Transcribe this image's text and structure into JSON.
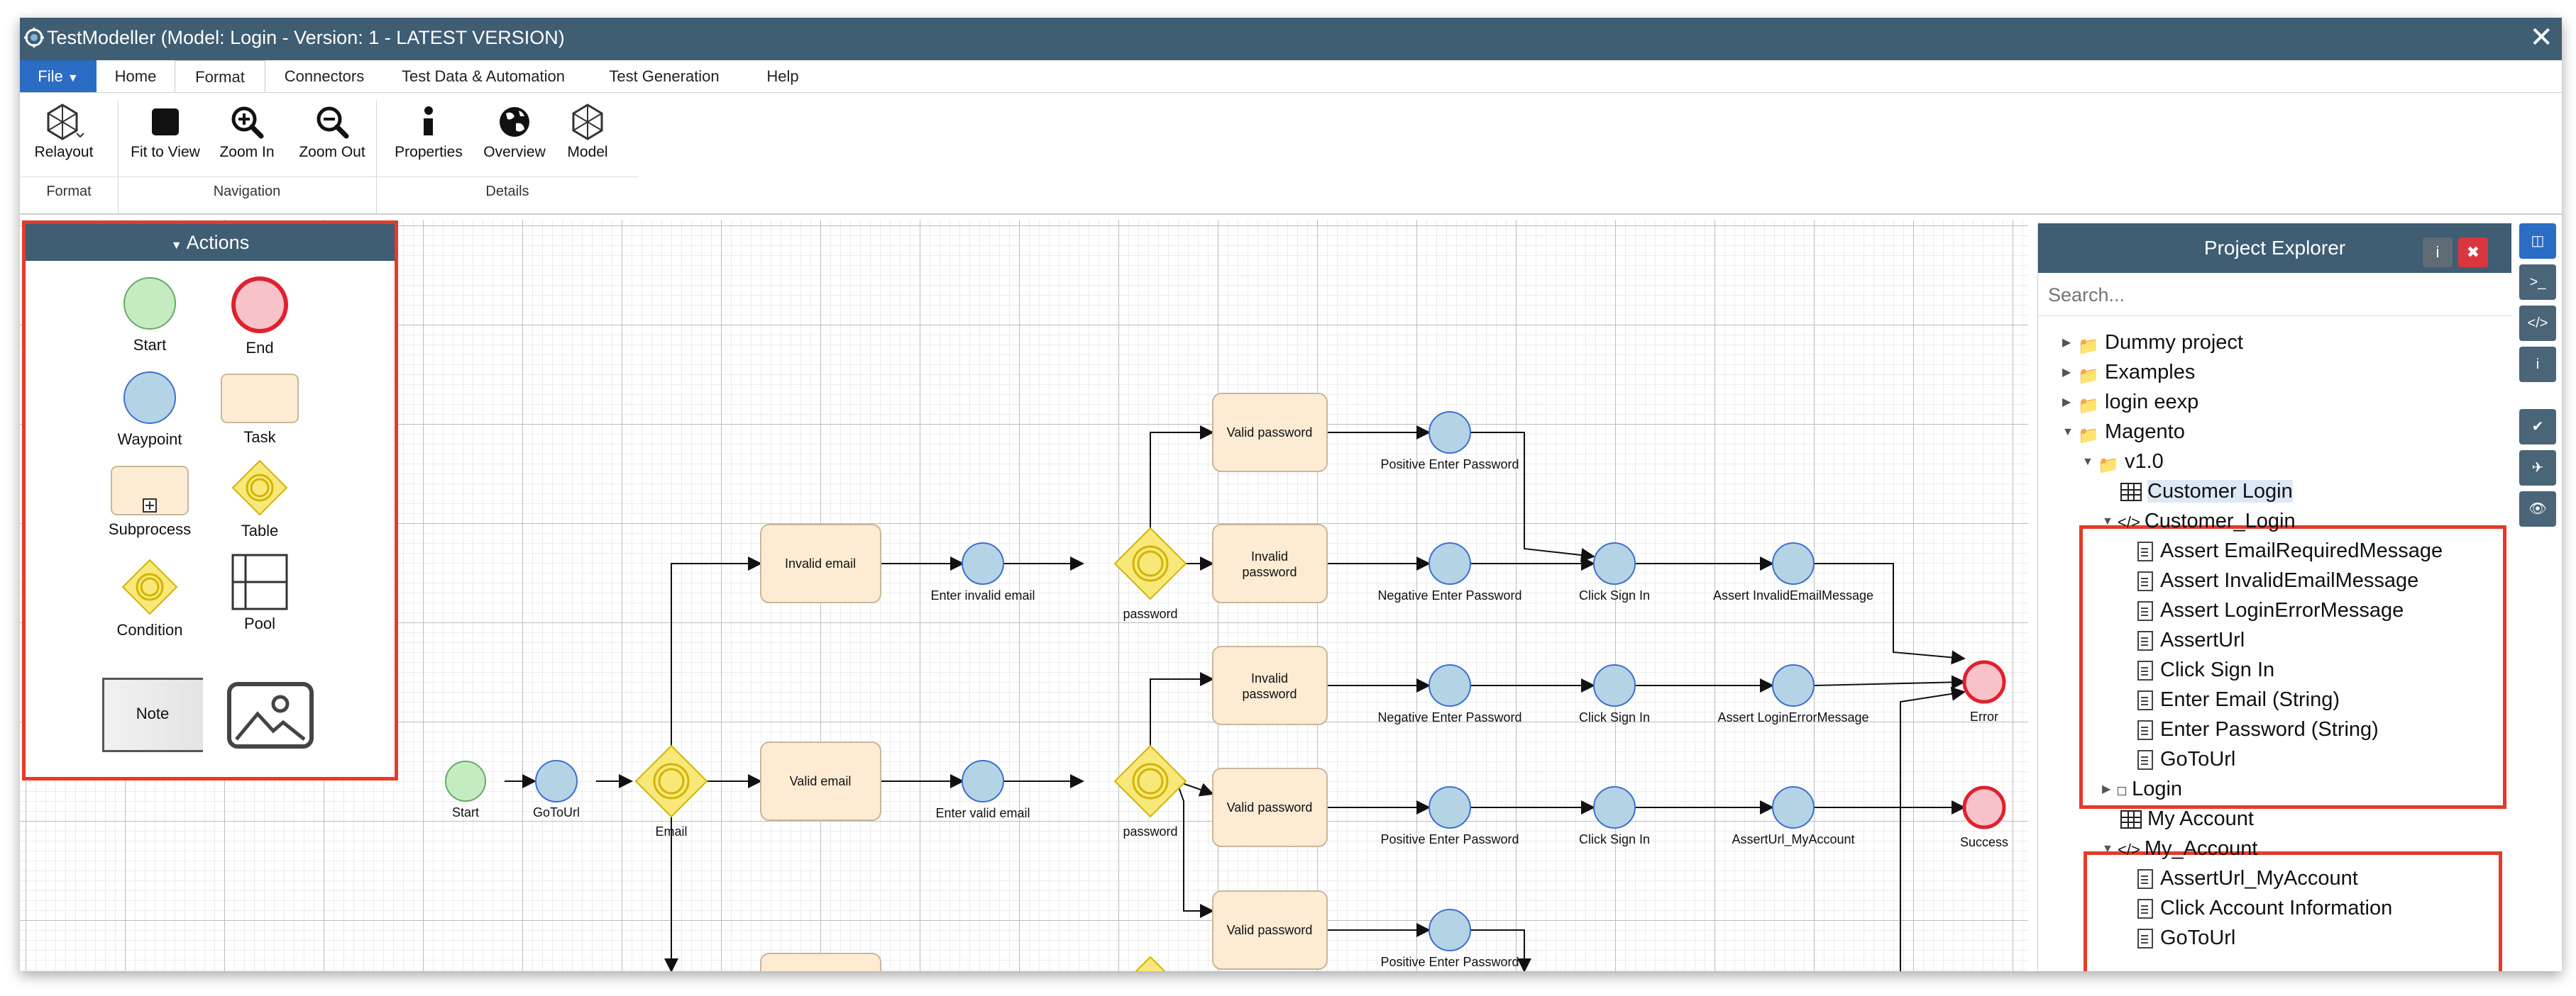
{
  "window": {
    "title": "TestModeller (Model: Login - Version: 1 - LATEST VERSION)",
    "close_glyph": "✕"
  },
  "menu": {
    "file": "File",
    "tabs": [
      "Home",
      "Format",
      "Connectors",
      "Test Data & Automation",
      "Test Generation",
      "Help"
    ],
    "active_tab": "Format"
  },
  "ribbon": {
    "buttons": {
      "relayout": "Relayout",
      "fit": "Fit to View",
      "zoom_in": "Zoom In",
      "zoom_out": "Zoom Out",
      "properties": "Properties",
      "overview": "Overview",
      "model": "Model"
    },
    "groups": {
      "format": "Format",
      "navigation": "Navigation",
      "details": "Details"
    }
  },
  "actions": {
    "title": "Actions",
    "items": {
      "start": "Start",
      "end": "End",
      "waypoint": "Waypoint",
      "task": "Task",
      "subprocess": "Subprocess",
      "table": "Table",
      "condition": "Condition",
      "pool": "Pool",
      "note": "Note"
    }
  },
  "diagram": {
    "tasks": [
      "Invalid email",
      "Valid email",
      "Valid password",
      "Invalid password",
      "Invalid password",
      "Valid password",
      "Valid password"
    ],
    "node_labels": {
      "start": "Start",
      "gotourl": "GoToUrl",
      "email": "Email",
      "enter_invalid_email": "Enter invalid email",
      "enter_valid_email": "Enter valid email",
      "password1": "password",
      "password2": "password",
      "pos_enter_pw_1": "Positive Enter Password",
      "neg_enter_pw_1": "Negative Enter Password",
      "neg_enter_pw_2": "Negative Enter Password",
      "pos_enter_pw_2": "Positive Enter Password",
      "pos_enter_pw_3": "Positive Enter Password",
      "click_sign_in_1": "Click Sign In",
      "click_sign_in_2": "Click Sign In",
      "click_sign_in_3": "Click Sign In",
      "assert_invalid": "Assert InvalidEmailMessage",
      "assert_login_error": "Assert LoginErrorMessage",
      "asserturl_my": "AssertUrl_MyAccount",
      "error": "Error",
      "success": "Success"
    }
  },
  "explorer": {
    "title": "Project Explorer",
    "info_glyph": "i",
    "close_glyph": "✖",
    "search_placeholder": "Search...",
    "tree": {
      "dummy": "Dummy project",
      "examples": "Examples",
      "login_eexp": "login eexp",
      "magento": "Magento",
      "v1": "v1.0",
      "customer_login_table": "Customer Login",
      "customer_login_code": "Customer_Login",
      "customer_login_children": [
        "Assert EmailRequiredMessage",
        "Assert InvalidEmailMessage",
        "Assert LoginErrorMessage",
        "AssertUrl",
        "Click Sign In",
        "Enter Email (String)",
        "Enter Password (String)",
        "GoToUrl"
      ],
      "login": "Login",
      "my_account_table": "My Account",
      "my_account_code": "My_Account",
      "my_account_children": [
        "AssertUrl_MyAccount",
        "Click Account Information",
        "GoToUrl"
      ]
    }
  },
  "colors": {
    "header": "#3f5d73",
    "highlight": "#e53a2a",
    "file_tab": "#2b6cc4",
    "start": "#c4ecc0",
    "end": "#f7c3c9",
    "waypoint": "#b4d4e6",
    "task": "#fdebd3",
    "gateway": "#f8e87a"
  }
}
